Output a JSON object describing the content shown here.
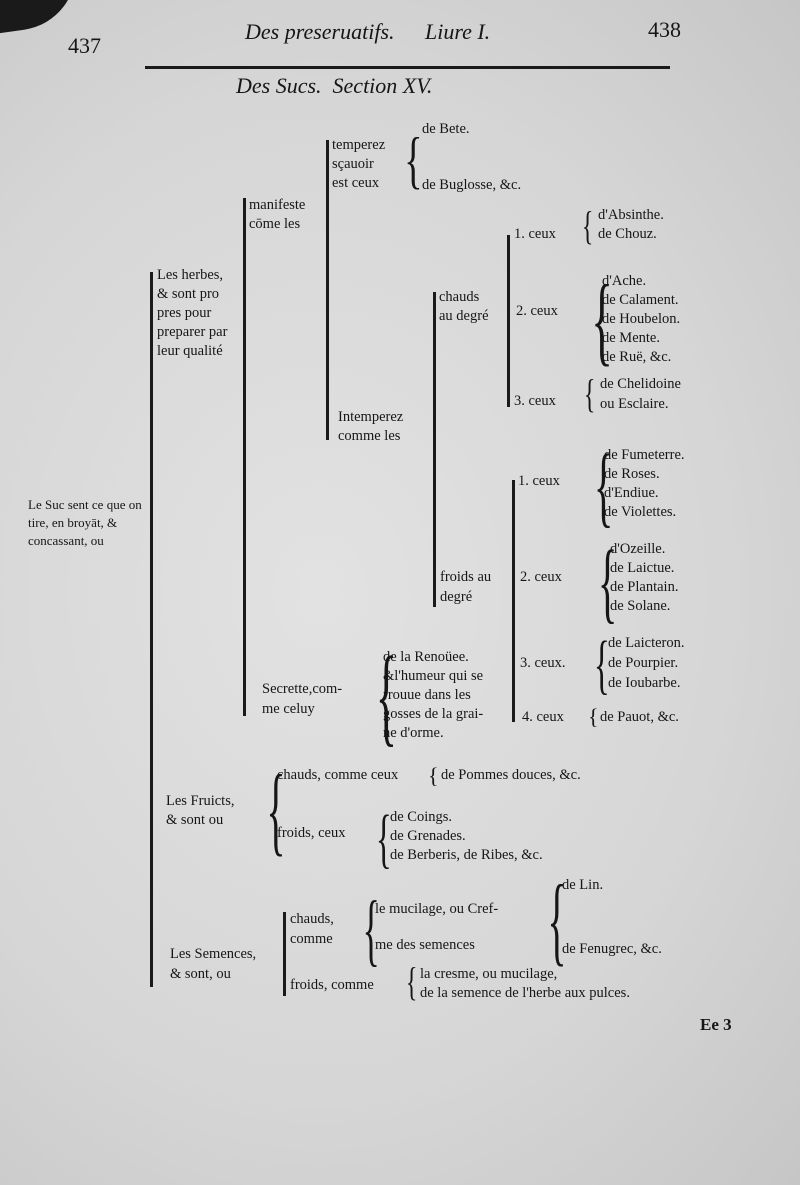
{
  "header": {
    "left_page_number": "437",
    "running_title": "Des preseruatifs.",
    "book": "Liure I.",
    "right_page_number": "438"
  },
  "section_title": "Des Sucs.  Section XV.",
  "root": "Le Suc sent ce que on tire, en broyāt, & concassant, ou",
  "herbes": {
    "label": [
      "Les herbes,",
      "& sont pro",
      "pres pour",
      "preparer par",
      "leur qualité"
    ],
    "manifeste": [
      "manifeste",
      "cōme les"
    ],
    "temperez": [
      "temperez",
      "sçauoir",
      "est ceux"
    ],
    "temperez_items": [
      "de Bete.",
      "de Buglosse, &c."
    ],
    "intemperez": [
      "Intemperez",
      "comme les"
    ],
    "chauds": [
      "chauds",
      "au degré"
    ],
    "chauds_groups": [
      {
        "label": "1. ceux",
        "items": [
          "d'Absinthe.",
          "de Chouz."
        ]
      },
      {
        "label": "2. ceux",
        "items": [
          "d'Ache.",
          "de Calament.",
          "de Houbelon.",
          "de Mente.",
          "de Ruë, &c."
        ]
      },
      {
        "label": "3. ceux",
        "items": [
          "de Chelidoine",
          "ou Esclaire."
        ]
      }
    ],
    "froids": [
      "froids au",
      "degré"
    ],
    "froids_groups": [
      {
        "label": "1. ceux",
        "items": [
          "de Fumeterre.",
          "de Roses.",
          "d'Endiue.",
          "de Violettes."
        ]
      },
      {
        "label": "2. ceux",
        "items": [
          "d'Ozeille.",
          "de Laictue.",
          "de Plantain.",
          "de Solane."
        ]
      },
      {
        "label": "3. ceux.",
        "items": [
          "de Laicteron.",
          "de Pourpier.",
          "de Ioubarbe."
        ]
      },
      {
        "label": "4. ceux",
        "items": [
          "de Pauot, &c."
        ]
      }
    ],
    "secrette": [
      "Secrette,com-",
      "me celuy"
    ],
    "secrette_items": [
      "de la Renoüee.",
      "&l'humeur qui se",
      "rrouue dans les",
      "gosses de la grai-",
      "ne d'orme."
    ]
  },
  "fruicts": {
    "label": [
      "Les Fruicts,",
      "& sont ou"
    ],
    "chauds": "chauds, comme ceux",
    "chauds_item": "de Pommes douces, &c.",
    "froids": "froids, ceux",
    "froids_items": [
      "de Coings.",
      "de Grenades.",
      "de Berberis, de Ribes, &c."
    ]
  },
  "semences": {
    "label": [
      "Les Semences,",
      "& sont, ou"
    ],
    "chauds": [
      "chauds,",
      "comme"
    ],
    "chauds_mid": [
      "le mucilage, ou Cref-",
      "me des semences"
    ],
    "chauds_items": [
      "de Lin.",
      "de Fenugrec, &c."
    ],
    "froids": "froids, comme",
    "froids_items": [
      "la cresme, ou mucilage,",
      "de la semence de l'herbe aux pulces."
    ]
  },
  "signature": "Ee 3"
}
